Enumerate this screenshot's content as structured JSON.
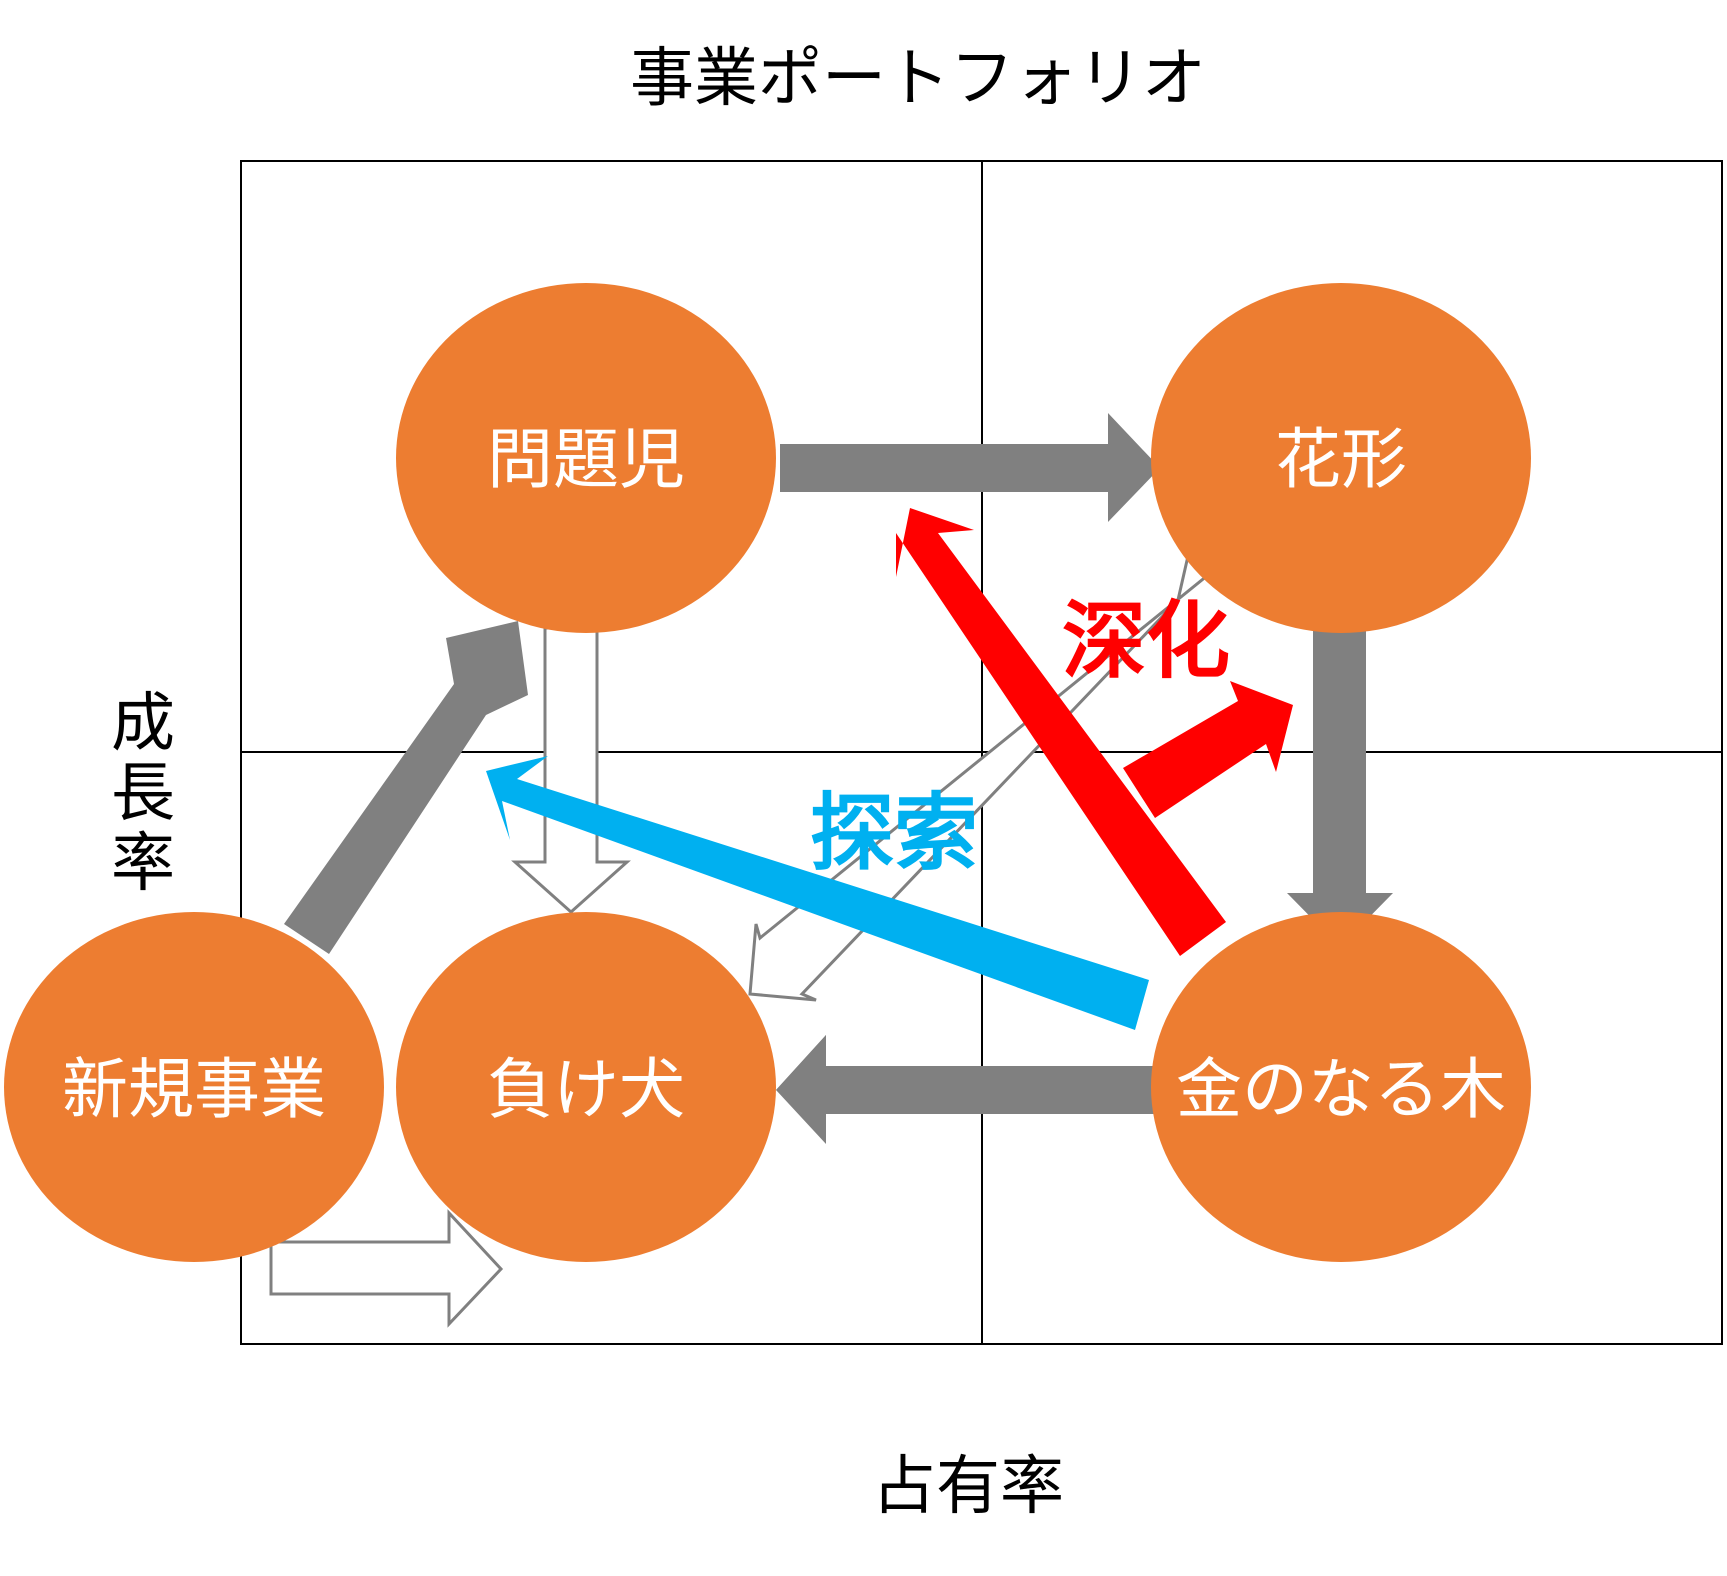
{
  "title": "事業ポートフォリオ",
  "axes": {
    "y_label": "成長率",
    "x_label": "占有率"
  },
  "nodes": {
    "problem_child": "問題児",
    "star": "花形",
    "new_business": "新規事業",
    "dog": "負け犬",
    "cash_cow": "金のなる木"
  },
  "annotations": {
    "deepening": "深化",
    "exploration": "探索"
  },
  "colors": {
    "node_fill": "#ED7D31",
    "node_text": "#ffffff",
    "gray_arrow": "#808080",
    "deepening": "#FF0000",
    "exploration": "#00B0F0",
    "grid": "#000000"
  },
  "edges": [
    {
      "from": "問題児",
      "to": "花形",
      "style": "solid-gray"
    },
    {
      "from": "花形",
      "to": "金のなる木",
      "style": "solid-gray"
    },
    {
      "from": "金のなる木",
      "to": "負け犬",
      "style": "solid-gray"
    },
    {
      "from": "新規事業",
      "to": "問題児",
      "style": "solid-gray"
    },
    {
      "from": "金のなる木",
      "to": "問題児",
      "style": "red",
      "label": "深化"
    },
    {
      "from": "金のなる木",
      "to": "花形",
      "style": "red",
      "label": "深化"
    },
    {
      "from": "金のなる木",
      "to": "負け犬",
      "style": "blue",
      "label": "探索"
    },
    {
      "from": "問題児",
      "to": "負け犬",
      "style": "outline"
    },
    {
      "from": "花形",
      "to": "負け犬",
      "style": "outline"
    },
    {
      "from": "新規事業",
      "to": "負け犬",
      "style": "outline"
    }
  ]
}
